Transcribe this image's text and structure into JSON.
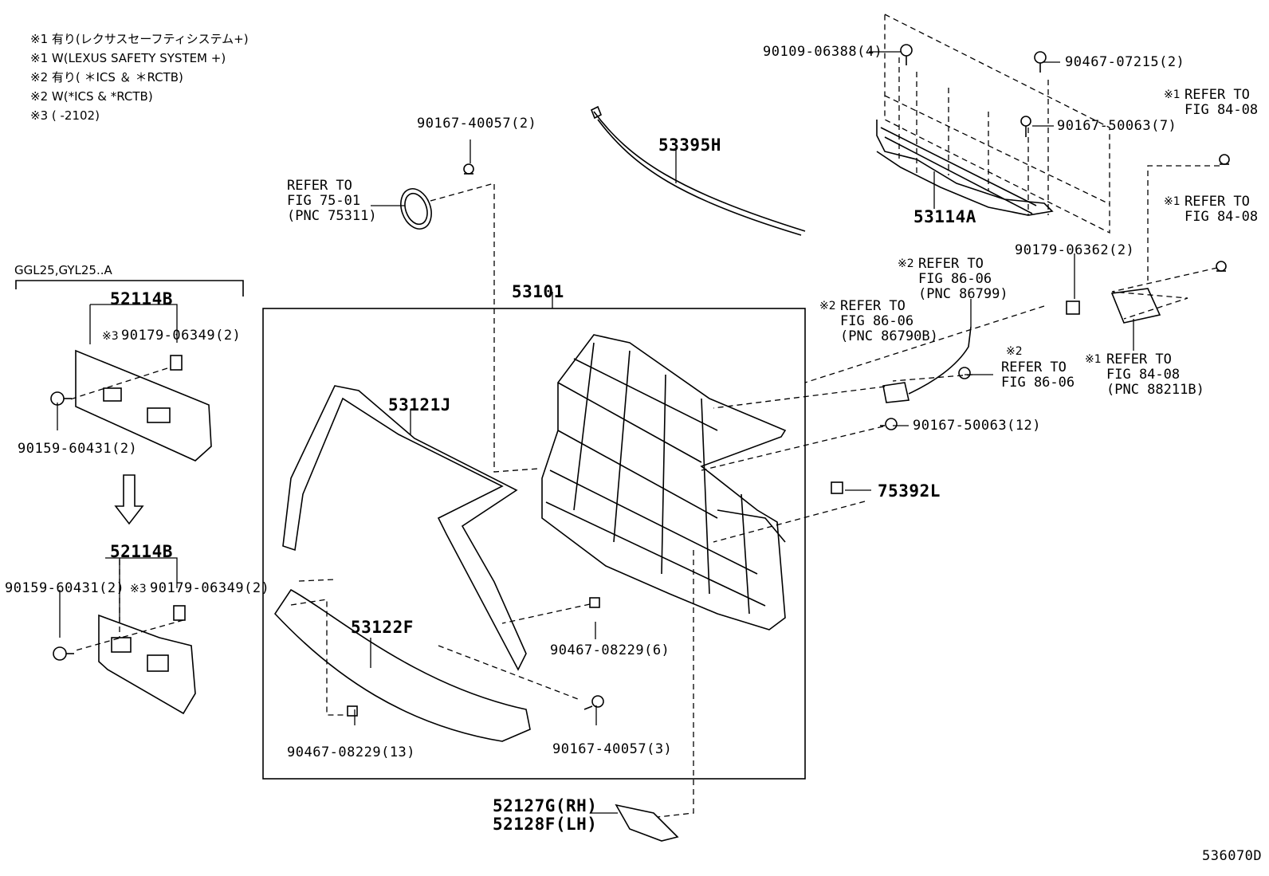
{
  "notes": [
    "※1 有り(レクサスセーフティシステム+)",
    "※1 W(LEXUS SAFETY SYSTEM +)",
    "※2 有り( ＊ICS ＆ ＊RCTB)",
    "※2 W(*ICS & *RCTB)",
    "※3 (      -2102)"
  ],
  "model_bracket": "GGL25,GYL25..A",
  "diagram_id": "536070D",
  "parts": {
    "p53101": "53101",
    "p53395H": "53395H",
    "p53114A": "53114A",
    "p53121J": "53121J",
    "p53122F": "53122F",
    "p75392L": "75392L",
    "p52114B_a": "52114B",
    "p52114B_b": "52114B",
    "p52127G": "52127G(RH)",
    "p52128F": "52128F(LH)",
    "b90167_40057_2": "90167-40057(2)",
    "b90167_40057_3": "90167-40057(3)",
    "b90109_06388": "90109-06388(4)",
    "b90467_07215": "90467-07215(2)",
    "b90167_50063_7": "90167-50063(7)",
    "b90167_50063_12": "90167-50063(12)",
    "b90179_06362": "90179-06362(2)",
    "b90179_06349_a": "90179-06349(2)",
    "b90179_06349_b": "90179-06349(2)",
    "b90159_60431_a": "90159-60431(2)",
    "b90159_60431_b": "90159-60431(2)",
    "b90467_08229_6": "90467-08229(6)",
    "b90467_08229_13": "90467-08229(13)"
  },
  "refs": {
    "r75": "REFER TO\nFIG 75-01\n(PNC 75311)",
    "r84a": "REFER TO\nFIG 84-08",
    "r84b": "REFER TO\nFIG 84-08",
    "r84c": "REFER TO\nFIG 84-08\n(PNC 88211B)",
    "r86a": "REFER TO\nFIG 86-06\n(PNC 86799)",
    "r86b": "REFER TO\nFIG 86-06\n(PNC 86790B)",
    "r86c": "REFER TO\nFIG 86-06"
  },
  "marks": {
    "m1": "※1",
    "m2": "※1",
    "m3": "※1",
    "m4": "※2",
    "m5": "※2",
    "m6": "※2",
    "m7": "※3",
    "m8": "※3"
  },
  "icons": [
    "bolt-icon",
    "clip-icon",
    "nut-icon",
    "arrow-down-icon"
  ]
}
